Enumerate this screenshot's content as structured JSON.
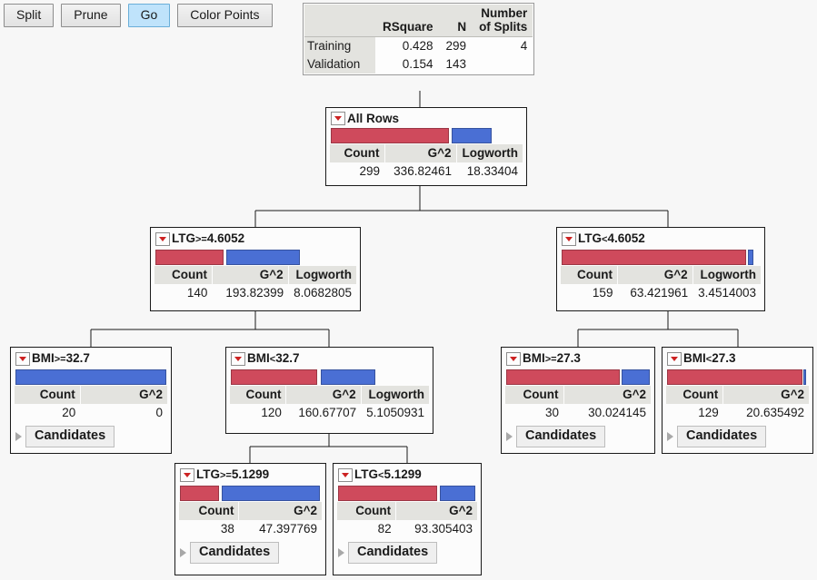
{
  "toolbar": {
    "buttons": [
      {
        "label": "Split",
        "name": "split-button",
        "active": false
      },
      {
        "label": "Prune",
        "name": "prune-button",
        "active": false
      },
      {
        "label": "Go",
        "name": "go-button",
        "active": true
      },
      {
        "label": "Color Points",
        "name": "color-points-button",
        "active": false
      }
    ]
  },
  "fit_table": {
    "headers": [
      "",
      "RSquare",
      "N",
      "Number of Splits"
    ],
    "header_number": "Number",
    "header_of_splits": "of Splits",
    "header_rsquare": "RSquare",
    "header_n": "N",
    "rows": [
      {
        "label": "Training",
        "rsquare": "0.428",
        "n": "299",
        "splits": "4"
      },
      {
        "label": "Validation",
        "rsquare": "0.154",
        "n": "143",
        "splits": ""
      }
    ]
  },
  "colors": {
    "red": "#cf4a5c",
    "blue": "#4a6fd4",
    "header_bg": "#e3e3df",
    "node_bg": "#fcfcfc",
    "accent_active": "#bfe3fb"
  },
  "labels": {
    "count": "Count",
    "g2": "G^2",
    "logworth": "Logworth",
    "candidates": "Candidates"
  },
  "tree": {
    "nodes": [
      {
        "id": "root",
        "name": "node-all-rows",
        "title": "All Rows",
        "var": "",
        "op": "",
        "value": "",
        "count": "299",
        "g2": "336.82461",
        "logworth": "18.33404",
        "has_logworth": true,
        "has_candidates": false,
        "red_pct": 62,
        "blue_pct": 21
      },
      {
        "id": "ltg-ge-4.6052",
        "name": "node-ltg-ge-4-6052",
        "title": "LTG>=4.6052",
        "var": "LTG",
        "op": ">=",
        "value": "4.6052",
        "count": "140",
        "g2": "193.82399",
        "logworth": "8.0682805",
        "has_logworth": true,
        "has_candidates": false,
        "red_pct": 34,
        "blue_pct": 37
      },
      {
        "id": "ltg-lt-4.6052",
        "name": "node-ltg-lt-4-6052",
        "title": "LTG<4.6052",
        "var": "LTG",
        "op": "<",
        "value": "4.6052",
        "count": "159",
        "g2": "63.421961",
        "logworth": "3.4514003",
        "has_logworth": true,
        "has_candidates": false,
        "red_pct": 93,
        "blue_pct": 3
      },
      {
        "id": "bmi-ge-32.7",
        "name": "node-bmi-ge-32-7",
        "title": "BMI>=32.7",
        "var": "BMI",
        "op": ">=",
        "value": "32.7",
        "count": "20",
        "g2": "0",
        "logworth": "",
        "has_logworth": false,
        "has_candidates": true,
        "red_pct": 0,
        "blue_pct": 100
      },
      {
        "id": "bmi-lt-32.7",
        "name": "node-bmi-lt-32-7",
        "title": "BMI<32.7",
        "var": "BMI",
        "op": "<",
        "value": "32.7",
        "count": "120",
        "g2": "160.67707",
        "logworth": "5.1050931",
        "has_logworth": true,
        "has_candidates": false,
        "red_pct": 44,
        "blue_pct": 28
      },
      {
        "id": "bmi-ge-27.3",
        "name": "node-bmi-ge-27-3",
        "title": "BMI>=27.3",
        "var": "BMI",
        "op": ">=",
        "value": "27.3",
        "count": "30",
        "g2": "30.024145",
        "logworth": "",
        "has_logworth": false,
        "has_candidates": true,
        "red_pct": 80,
        "blue_pct": 17
      },
      {
        "id": "bmi-lt-27.3",
        "name": "node-bmi-lt-27-3",
        "title": "BMI<27.3",
        "var": "BMI",
        "op": "<",
        "value": "27.3",
        "count": "129",
        "g2": "20.635492",
        "logworth": "",
        "has_logworth": false,
        "has_candidates": true,
        "red_pct": 96,
        "blue_pct": 2
      },
      {
        "id": "ltg-ge-5.1299",
        "name": "node-ltg-ge-5-1299",
        "title": "LTG>=5.1299",
        "var": "LTG",
        "op": ">=",
        "value": "5.1299",
        "count": "38",
        "g2": "47.397769",
        "logworth": "",
        "has_logworth": false,
        "has_candidates": true,
        "red_pct": 28,
        "blue_pct": 64
      },
      {
        "id": "ltg-lt-5.1299",
        "name": "node-ltg-lt-5-1299",
        "title": "LTG<5.1299",
        "var": "LTG",
        "op": "<",
        "value": "5.1299",
        "count": "82",
        "g2": "93.305403",
        "logworth": "",
        "has_logworth": false,
        "has_candidates": true,
        "red_pct": 75,
        "blue_pct": 21
      }
    ]
  }
}
